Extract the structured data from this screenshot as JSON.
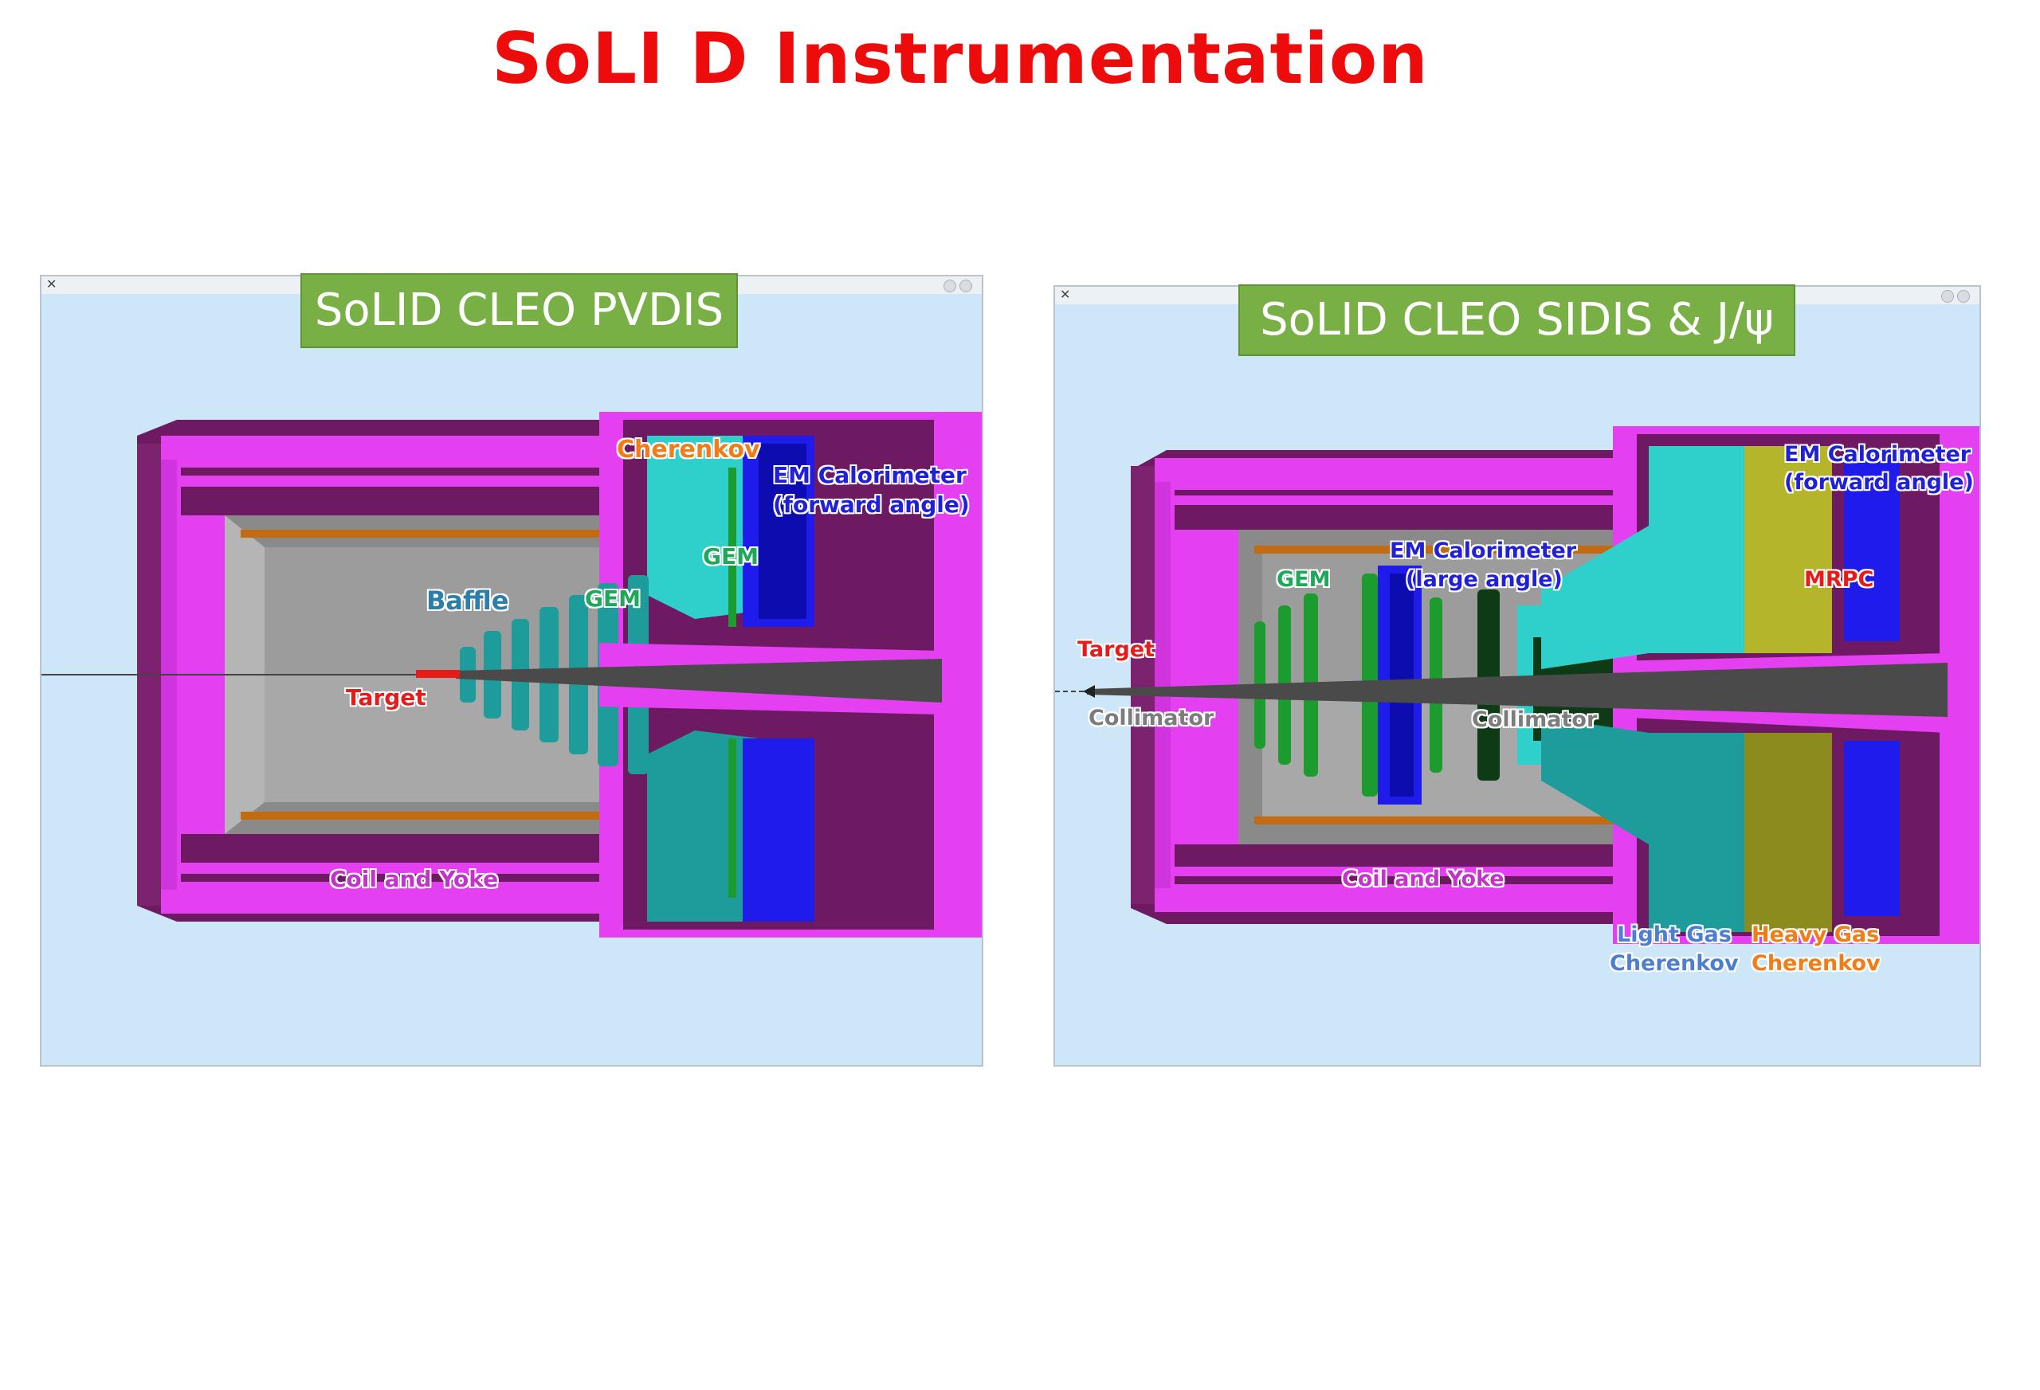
{
  "title": "SoLI D Instrumentation",
  "colors": {
    "title": "#ee0b0b",
    "panel_bg": "#cde6f8",
    "banner_bg": "#78b045",
    "magnet": "#e43ff0",
    "magnet_dark": "#6e1a63",
    "inner": "#8a8a8a",
    "cherenkov": "#2fd0cc",
    "calorimeter": "#1f1bea",
    "gem": "#1c9b2f",
    "mrpc": "#b5b52c",
    "coil": "#c46b12"
  },
  "panels": [
    {
      "banner": "SoLID CLEO PVDIS",
      "icons": [
        "close-icon",
        "minimize-icon",
        "maximize-icon"
      ],
      "labels": {
        "cherenkov": "Cherenkov",
        "em_cal_line1": "EM Calorimeter",
        "em_cal_line2": "(forward angle)",
        "gem_upper": "GEM",
        "gem_lower": "GEM",
        "baffle": "Baffle",
        "target": "Target",
        "coil_yoke": "Coil and Yoke"
      }
    },
    {
      "banner": "SoLID CLEO SIDIS & J/ψ",
      "icons": [
        "close-icon",
        "minimize-icon",
        "maximize-icon"
      ],
      "labels": {
        "em_cal_fwd_line1": "EM Calorimeter",
        "em_cal_fwd_line2": "(forward angle)",
        "em_cal_large_line1": "EM Calorimeter",
        "em_cal_large_line2": "(large angle)",
        "gem": "GEM",
        "mrpc": "MRPC",
        "target": "Target",
        "collimator_left": "Collimator",
        "collimator_right": "Collimator",
        "coil_yoke": "Coil and Yoke",
        "light_gas_line1": "Light Gas",
        "light_gas_line2": "Cherenkov",
        "heavy_gas_line1": "Heavy Gas",
        "heavy_gas_line2": "Cherenkov"
      }
    }
  ]
}
